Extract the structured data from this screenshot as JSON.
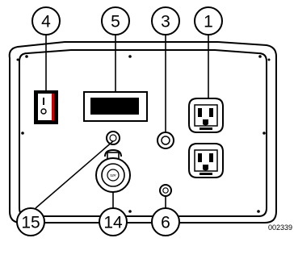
{
  "figure_id": "002339",
  "callouts": [
    {
      "label": "4",
      "part": "rocker-switch"
    },
    {
      "label": "5",
      "part": "display-window"
    },
    {
      "label": "3",
      "part": "indicator-lamp"
    },
    {
      "label": "1",
      "part": "outlets"
    },
    {
      "label": "15",
      "part": "small-button"
    },
    {
      "label": "14",
      "part": "12v-socket"
    },
    {
      "label": "6",
      "part": "small-jack"
    }
  ],
  "switch": {
    "on_symbol": "I",
    "off_symbol": "O",
    "accent_color": "#cc0000"
  },
  "socket": {
    "label": "12V"
  }
}
